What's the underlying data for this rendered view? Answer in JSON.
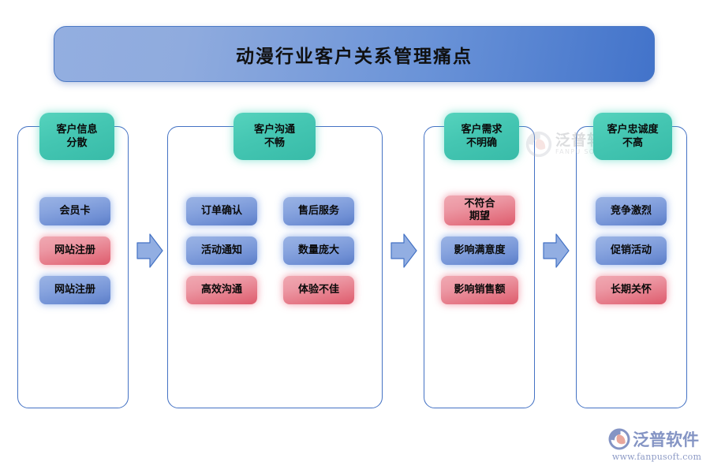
{
  "title": {
    "text": "动漫行业客户关系管理痛点",
    "banner_gradient_from": "#93aee0",
    "banner_gradient_to": "#4273ca"
  },
  "colors": {
    "header_teal": "#44c6b2",
    "item_blue": "#89a5df",
    "item_red": "#ec97a3",
    "container_border": "#4472c4",
    "arrow_fill": "#92aee2",
    "arrow_stroke": "#4472c4",
    "background": "#ffffff"
  },
  "columns": [
    {
      "id": "customer-info-scattered",
      "header": "客户信息\n分散",
      "header_line1": "客户信息",
      "header_line2": "分散",
      "groups": [
        {
          "items": [
            {
              "label": "会员卡",
              "color": "blue"
            },
            {
              "label": "网站注册",
              "color": "red"
            },
            {
              "label": "网站注册",
              "color": "blue"
            }
          ]
        }
      ]
    },
    {
      "id": "customer-communication-blocked",
      "header": "客户沟通\n不畅",
      "header_line1": "客户沟通",
      "header_line2": "不畅",
      "groups": [
        {
          "items": [
            {
              "label": "订单确认",
              "color": "blue"
            },
            {
              "label": "活动通知",
              "color": "blue"
            },
            {
              "label": "高效沟通",
              "color": "red"
            }
          ]
        },
        {
          "items": [
            {
              "label": "售后服务",
              "color": "blue"
            },
            {
              "label": "数量庞大",
              "color": "blue"
            },
            {
              "label": "体验不佳",
              "color": "red"
            }
          ]
        }
      ]
    },
    {
      "id": "customer-demand-unclear",
      "header": "客户需求\n不明确",
      "header_line1": "客户需求",
      "header_line2": "不明确",
      "groups": [
        {
          "items": [
            {
              "label": "不符合\n期望",
              "label_line1": "不符合",
              "label_line2": "期望",
              "color": "red"
            },
            {
              "label": "影响满意度",
              "color": "blue"
            },
            {
              "label": "影响销售额",
              "color": "red"
            }
          ]
        }
      ]
    },
    {
      "id": "customer-loyalty-low",
      "header": "客户忠诚度\n不高",
      "header_line1": "客户忠诚度",
      "header_line2": "不高",
      "groups": [
        {
          "items": [
            {
              "label": "竞争激烈",
              "color": "blue"
            },
            {
              "label": "促销活动",
              "color": "blue"
            },
            {
              "label": "长期关怀",
              "color": "red"
            }
          ]
        }
      ]
    }
  ],
  "arrows": [
    {
      "name": "arrow-col1-to-col2"
    },
    {
      "name": "arrow-col2-to-col3"
    },
    {
      "name": "arrow-col3-to-col4"
    }
  ],
  "watermark": {
    "cn": "泛普软件",
    "en": "FANPU SOFTWARE"
  },
  "logo": {
    "cn": "泛普软件",
    "url": "www.fanpusoft.com"
  }
}
